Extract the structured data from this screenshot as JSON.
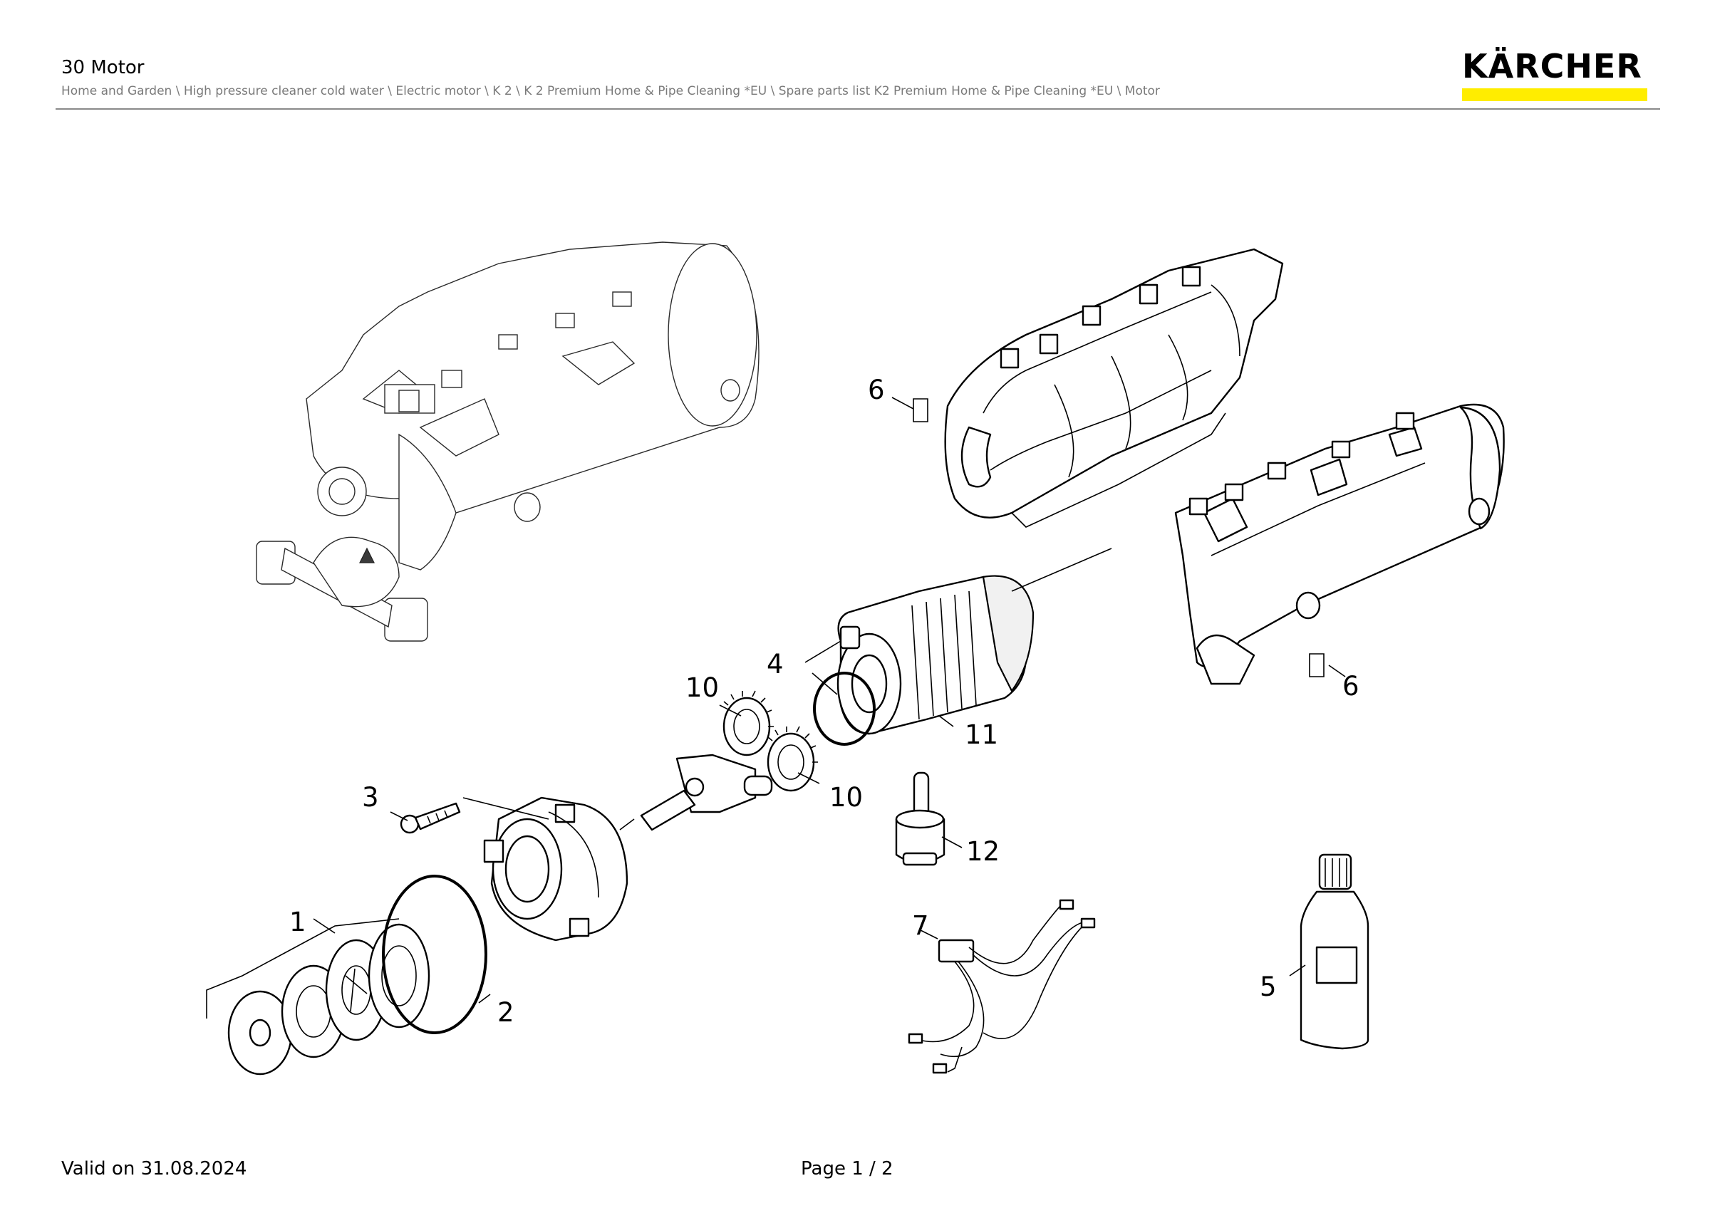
{
  "header": {
    "title": "30 Motor",
    "breadcrumb": "Home and Garden \\ High pressure cleaner cold water \\ Electric motor \\ K 2 \\ K 2 Premium Home & Pipe Cleaning *EU \\ Spare parts list K2 Premium Home & Pipe Cleaning *EU \\ Motor"
  },
  "brand": {
    "logo_text": "KÄRCHER",
    "accent_color": "#ffed00"
  },
  "diagram": {
    "callouts": [
      "1",
      "2",
      "3",
      "4",
      "5",
      "6",
      "6",
      "7",
      "10",
      "10",
      "11",
      "12"
    ]
  },
  "footer": {
    "valid_on": "Valid on 31.08.2024",
    "page": "Page 1 / 2"
  }
}
